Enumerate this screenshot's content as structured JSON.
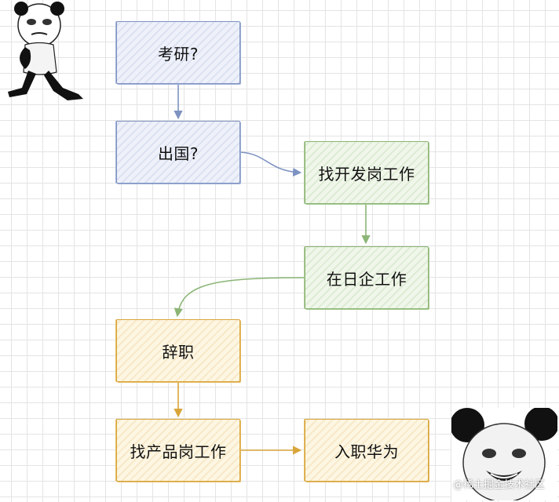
{
  "nodes": {
    "kaoyan": "考研?",
    "chuguo": "出国?",
    "kaifa": "找开发岗工作",
    "riqi": "在日企工作",
    "cizhi": "辞职",
    "chanpin": "找产品岗工作",
    "huawei": "入职华为"
  },
  "colors": {
    "blue": "#7f93c2",
    "green": "#8cb576",
    "orange": "#d9a53a"
  },
  "watermark": "@稀土掘金技术社区"
}
